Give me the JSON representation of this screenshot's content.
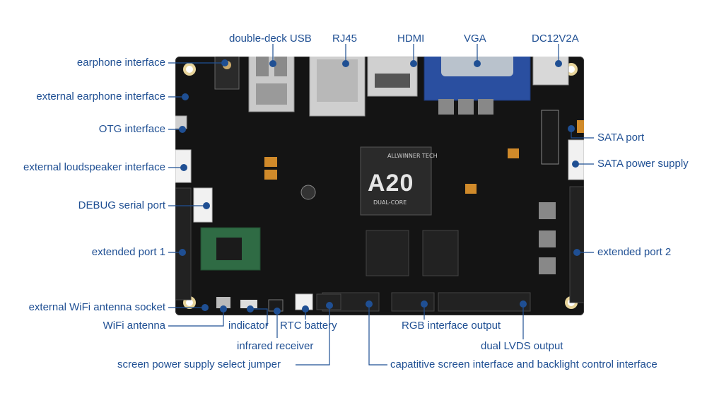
{
  "labels": {
    "double_deck_usb": "double-deck USB",
    "rj45": "RJ45",
    "hdmi": "HDMI",
    "vga": "VGA",
    "dc12v2a": "DC12V2A",
    "earphone_interface": "earphone interface",
    "external_earphone_interface": "external earphone interface",
    "otg_interface": "OTG interface",
    "external_loudspeaker_interface": "external loudspeaker interface",
    "debug_serial_port": "DEBUG serial port",
    "extended_port_1": "extended port 1",
    "external_wifi_antenna_socket": "external WiFi antenna socket",
    "wifi_antenna": "WiFi antenna",
    "indicator": "indicator",
    "rtc_battery": "RTC battery",
    "infrared_receiver": "infrared receiver",
    "screen_power_supply_select_jumper": "screen power supply select jumper",
    "sata_port": "SATA port",
    "sata_power_supply": "SATA power supply",
    "extended_port_2": "extended port 2",
    "rgb_interface_output": "RGB interface output",
    "dual_lvds_output": "dual LVDS output",
    "capacitive_screen_interface": "capatitive screen interface and backlight control interface"
  },
  "chip": {
    "model": "A20",
    "brand": "ALLWINNER TECH",
    "subtitle": "DUAL-CORE"
  },
  "colors": {
    "label": "#1f4f93",
    "board": "#141414",
    "vga_connector": "#2a4fa0"
  }
}
